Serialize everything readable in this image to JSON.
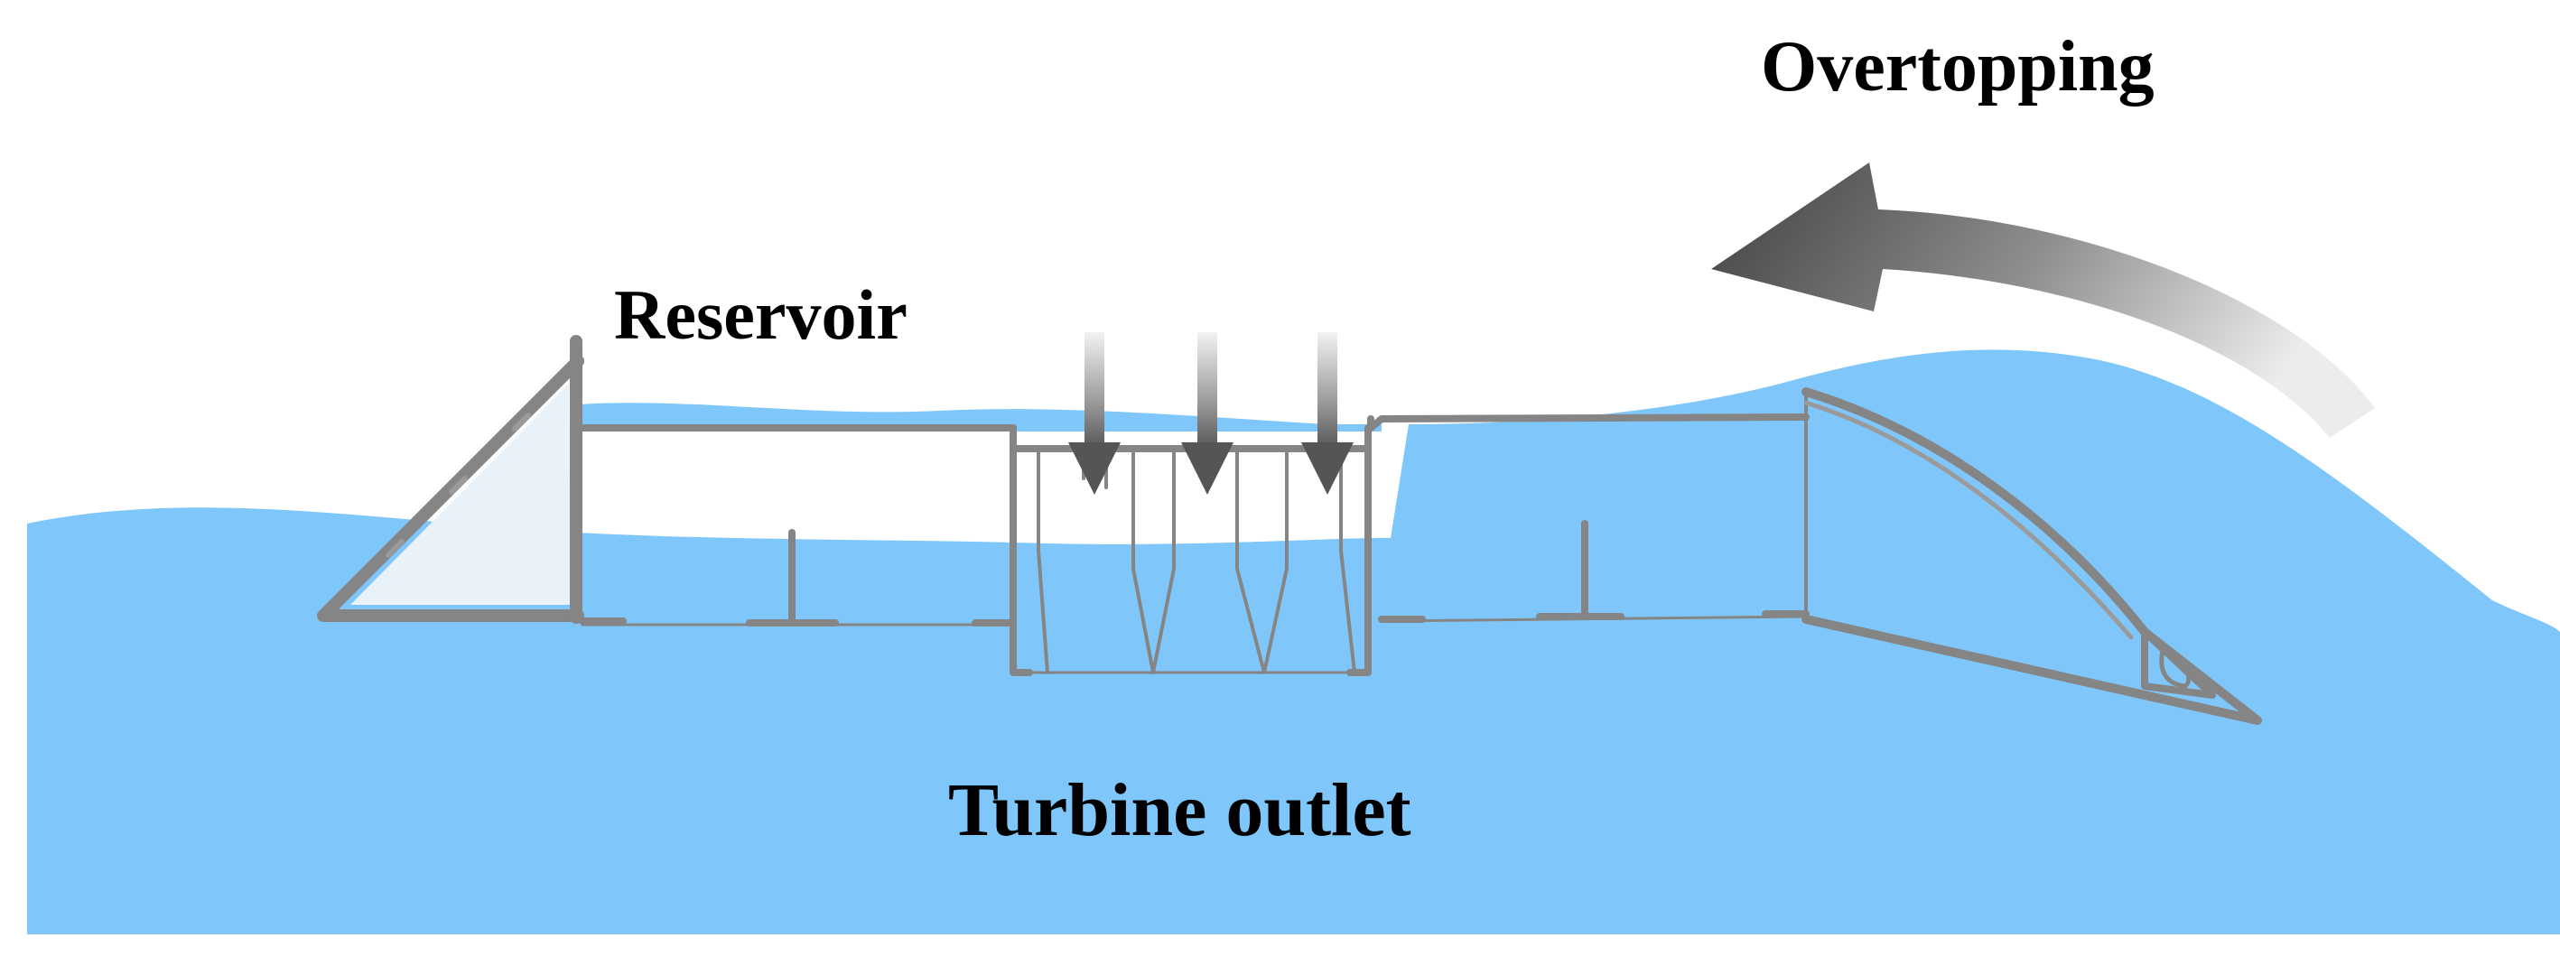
{
  "labels": {
    "overtopping": "Overtopping",
    "reservoir": "Reservoir",
    "turbine_outlet": "Turbine outlet"
  },
  "colors": {
    "water": "#7fc7fb",
    "water_light": "#d6ecfb",
    "structure": "#808080",
    "structure_dark": "#6b6b6b",
    "arrow_dark": "#4a4a4a",
    "arrow_light": "#e9e9e9",
    "text": "#000000"
  },
  "icons": {
    "overtopping_arrow": "curved-arrow-left-icon",
    "inflow_arrows": "down-arrow-icon"
  }
}
